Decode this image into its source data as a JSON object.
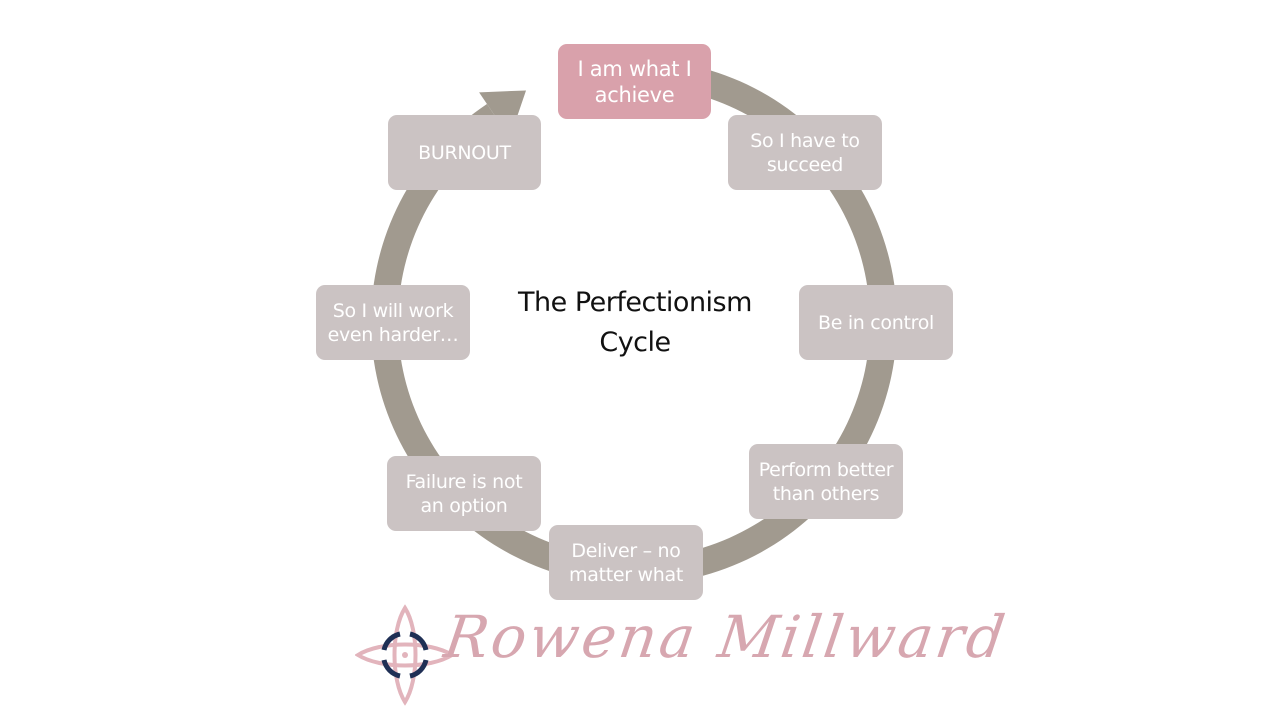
{
  "diagram": {
    "title": "The Perfectionism Cycle",
    "title_line1": "The Perfectionism",
    "title_line2": "Cycle",
    "type": "cycle",
    "direction": "clockwise",
    "colors": {
      "ring": "#a19a8f",
      "node": "#cbc3c3",
      "highlight_node": "#d9a1ab",
      "node_text": "#ffffff",
      "title_text": "#111111"
    },
    "nodes": [
      {
        "id": "i-am-what-i-achieve",
        "line1": "I am what I",
        "line2": "achieve",
        "highlight": true
      },
      {
        "id": "so-i-have-to-succeed",
        "line1": "So I have to",
        "line2": "succeed",
        "highlight": false
      },
      {
        "id": "be-in-control",
        "line1": "Be in control",
        "line2": "",
        "highlight": false
      },
      {
        "id": "perform-better-than-others",
        "line1": "Perform better",
        "line2": "than others",
        "highlight": false
      },
      {
        "id": "deliver-no-matter-what",
        "line1": "Deliver – no",
        "line2": "matter what",
        "highlight": false
      },
      {
        "id": "failure-is-not-an-option",
        "line1": "Failure is not",
        "line2": "an option",
        "highlight": false
      },
      {
        "id": "so-i-will-work-even-harder",
        "line1": "So I will work",
        "line2": "even harder…",
        "highlight": false
      },
      {
        "id": "burnout",
        "line1": "BURNOUT",
        "line2": "",
        "highlight": false
      }
    ]
  },
  "branding": {
    "name": "Rowena Millward",
    "logo_colors": {
      "petal": "#e2b4bc",
      "ring": "#1f2f55"
    }
  }
}
